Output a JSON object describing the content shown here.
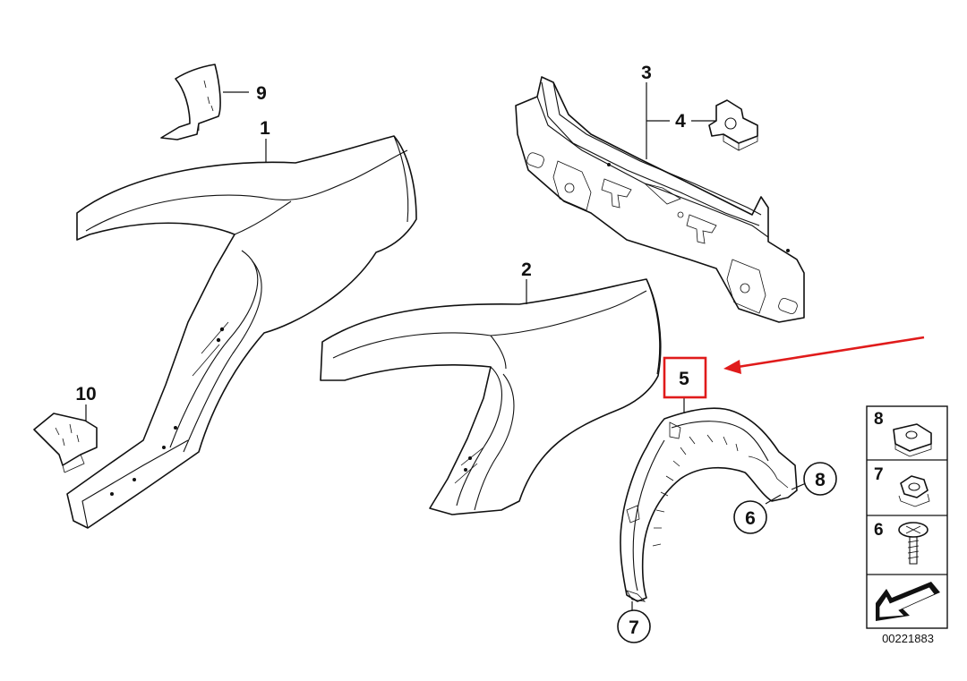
{
  "diagram": {
    "callouts": {
      "c1": "1",
      "c2": "2",
      "c3": "3",
      "c4": "4",
      "c5": "5",
      "c6": "6",
      "c7": "7",
      "c8": "8",
      "c9": "9",
      "c10": "10"
    },
    "legend": {
      "item_8": "8",
      "item_7": "7",
      "item_6": "6"
    },
    "catalog_number": "00221883",
    "highlight_color": "#e01b1b"
  }
}
